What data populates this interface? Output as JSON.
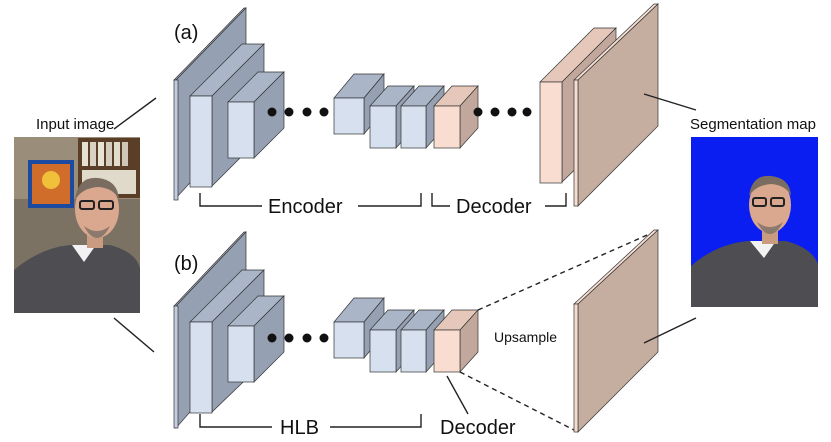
{
  "panel_a_label": "(a)",
  "panel_b_label": "(b)",
  "input_label": "Input image",
  "output_label": "Segmentation map",
  "encoder_label": "Encoder",
  "decoder_label": "Decoder",
  "hlb_label": "HLB",
  "upsample_label": "Upsample",
  "colors": {
    "encoder_face": "#d6e0ef",
    "encoder_side": "#95a1b3",
    "encoder_top": "#aab6c8",
    "decoder_face": "#f8ddd0",
    "decoder_side": "#c2a89c",
    "output_face": "#c5ae9f",
    "output_side": "#f6ddd1",
    "mask_blue": "#0a1ef2"
  }
}
